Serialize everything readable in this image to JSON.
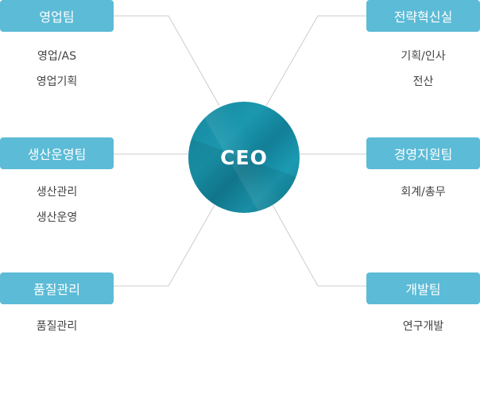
{
  "center": {
    "label": "CEO",
    "color": "#1590a8"
  },
  "accent": "#5cbbd6",
  "left": [
    {
      "title": "영업팀",
      "items": [
        "영업/AS",
        "영업기획"
      ]
    },
    {
      "title": "생산운영팀",
      "items": [
        "생산관리",
        "생산운영"
      ]
    },
    {
      "title": "품질관리",
      "items": [
        "품질관리"
      ]
    }
  ],
  "right": [
    {
      "title": "전략혁신실",
      "items": [
        "기획/인사",
        "전산"
      ]
    },
    {
      "title": "경영지원팀",
      "items": [
        "회계/총무"
      ]
    },
    {
      "title": "개발팀",
      "items": [
        "연구개발"
      ]
    }
  ]
}
